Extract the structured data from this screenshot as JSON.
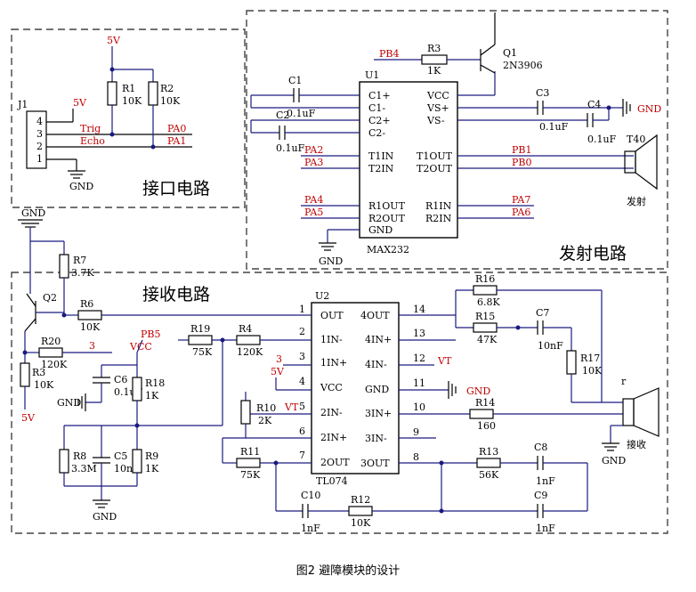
{
  "blocks": {
    "interface": "接口电路",
    "transmit": "发射电路",
    "receive": "接收电路"
  },
  "caption": "图2   避障模块的设计",
  "supply": {
    "v5": "5V",
    "vcc": "VCC",
    "gnd": "GND"
  },
  "connector": {
    "ref": "J1",
    "pins": [
      "4",
      "3",
      "2",
      "1"
    ],
    "labels": [
      "5V",
      "Trig",
      "Echo"
    ]
  },
  "interface_parts": {
    "r1": {
      "ref": "R1",
      "value": "10K"
    },
    "r2": {
      "ref": "R2",
      "value": "10K"
    },
    "pa0": "PA0",
    "pa1": "PA1"
  },
  "max232": {
    "ref": "U1",
    "part": "MAX232",
    "left_pins": [
      "C1+",
      "C1-",
      "C2+",
      "C2-",
      "T1IN",
      "T2IN",
      "R1OUT",
      "R2OUT",
      "GND"
    ],
    "right_pins": [
      "VCC",
      "VS+",
      "VS-",
      "T1OUT",
      "T2OUT",
      "R1IN",
      "R2IN"
    ],
    "signals_left": [
      "PA2",
      "PA3",
      "PA4",
      "PA5"
    ],
    "signals_right": [
      "PB1",
      "PB0",
      "PA7",
      "PA6"
    ],
    "pb4": "PB4",
    "r3": {
      "ref": "R3",
      "value": "1K"
    },
    "q1": {
      "ref": "Q1",
      "part": "2N3906"
    },
    "c1": {
      "ref": "C1",
      "value": "0.1uF"
    },
    "c2": {
      "ref": "C2",
      "value": "0.1uF"
    },
    "c3": {
      "ref": "C3",
      "value": "0.1uF"
    },
    "c4": {
      "ref": "C4",
      "value": "0.1uF"
    },
    "transducer": "T40",
    "tx_label": "发射"
  },
  "tl074": {
    "ref": "U2",
    "part": "TL074",
    "left_pins": [
      {
        "num": "1",
        "name": "OUT"
      },
      {
        "num": "2",
        "name": "1IN-"
      },
      {
        "num": "3",
        "name": "1IN+"
      },
      {
        "num": "4",
        "name": "VCC"
      },
      {
        "num": "5",
        "name": "2IN-"
      },
      {
        "num": "6",
        "name": "2IN+"
      },
      {
        "num": "7",
        "name": "2OUT"
      }
    ],
    "right_pins": [
      {
        "num": "14",
        "name": "4OUT"
      },
      {
        "num": "13",
        "name": "4IN+"
      },
      {
        "num": "12",
        "name": "4IN-"
      },
      {
        "num": "11",
        "name": "GND"
      },
      {
        "num": "10",
        "name": "3IN+"
      },
      {
        "num": "9",
        "name": "3IN-"
      },
      {
        "num": "8",
        "name": "3OUT"
      }
    ]
  },
  "receive_parts": {
    "q2": "Q2",
    "r7": {
      "ref": "R7",
      "value": "3.7K"
    },
    "r6": {
      "ref": "R6",
      "value": "10K"
    },
    "r20": {
      "ref": "R20",
      "value": "120K"
    },
    "r3": {
      "ref": "R3",
      "value": "10K"
    },
    "pb5": "PB5",
    "r19": {
      "ref": "R19",
      "value": "75K"
    },
    "r4": {
      "ref": "R4",
      "value": "120K"
    },
    "c6": {
      "ref": "C6",
      "value": "0.1uF"
    },
    "r18": {
      "ref": "R18",
      "value": "1K"
    },
    "r8": {
      "ref": "R8",
      "value": "3.3M"
    },
    "c5": {
      "ref": "C5",
      "value": "10nF"
    },
    "r9": {
      "ref": "R9",
      "value": "1K"
    },
    "r10": {
      "ref": "R10",
      "value": "2K"
    },
    "r11": {
      "ref": "R11",
      "value": "75K"
    },
    "r16": {
      "ref": "R16",
      "value": "6.8K"
    },
    "r15": {
      "ref": "R15",
      "value": "47K"
    },
    "c7": {
      "ref": "C7",
      "value": "10nF"
    },
    "r17": {
      "ref": "R17",
      "value": "10K"
    },
    "r14": {
      "ref": "R14",
      "value": "160"
    },
    "r13": {
      "ref": "R13",
      "value": "56K"
    },
    "c8": {
      "ref": "C8",
      "value": "1nF"
    },
    "c9": {
      "ref": "C9",
      "value": "1nF"
    },
    "c10": {
      "ref": "C10",
      "value": "1nF"
    },
    "r12": {
      "ref": "R12",
      "value": "10K"
    },
    "vt": "VT",
    "net3": "3",
    "r_label": "r",
    "rx_label": "接收"
  }
}
